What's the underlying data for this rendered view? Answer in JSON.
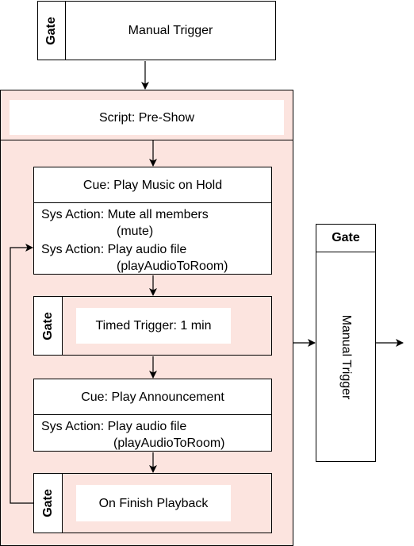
{
  "top_gate": {
    "tag": "Gate",
    "label": "Manual Trigger"
  },
  "script": {
    "title": "Script: Pre-Show"
  },
  "cue1": {
    "title": "Cue: Play Music on Hold",
    "action1_line1": "Sys Action: Mute all members",
    "action1_line2": "(mute)",
    "action2_line1": "Sys Action: Play audio file",
    "action2_line2": "(playAudioToRoom)"
  },
  "gate_timed": {
    "tag": "Gate",
    "label": "Timed Trigger: 1 min"
  },
  "cue2": {
    "title": "Cue: Play Announcement",
    "action1_line1": "Sys Action: Play audio file",
    "action1_line2": "(playAudioToRoom)"
  },
  "gate_finish": {
    "tag": "Gate",
    "label": "On Finish Playback"
  },
  "right_gate": {
    "tag": "Gate",
    "label": "Manual Trigger"
  },
  "colors": {
    "container_fill": "#fce4df",
    "border": "#000000",
    "white": "#ffffff"
  }
}
